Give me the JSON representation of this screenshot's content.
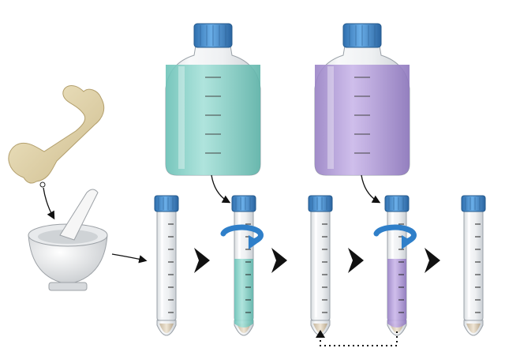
{
  "diagram": {
    "steps": [
      {
        "id": "bone",
        "kind": "specimen"
      },
      {
        "id": "mortar",
        "kind": "grinding-tool"
      },
      {
        "id": "tube-1",
        "kind": "tube",
        "liquid": "none",
        "mixing": false
      },
      {
        "id": "tube-2",
        "kind": "tube",
        "liquid": "teal",
        "mixing": true
      },
      {
        "id": "tube-3",
        "kind": "tube",
        "liquid": "none",
        "mixing": false
      },
      {
        "id": "tube-4",
        "kind": "tube",
        "liquid": "purple",
        "mixing": true
      },
      {
        "id": "tube-5",
        "kind": "tube",
        "liquid": "none",
        "mixing": false
      }
    ],
    "reagents": [
      {
        "id": "bottle-teal",
        "liquid": "teal",
        "target": "tube-2"
      },
      {
        "id": "bottle-purple",
        "liquid": "purple",
        "target": "tube-4"
      }
    ],
    "loop": {
      "from": "tube-4",
      "to": "tube-3",
      "style": "dotted"
    }
  },
  "colors": {
    "cap": "#3f86c8",
    "teal_liquid": "#8fd6cc",
    "purple_liquid": "#b9a3dc",
    "arrow": "#111111",
    "bone": "#e6d9b4",
    "porcelain": "#f2f2f2"
  },
  "icons": {
    "specimen": "bone-icon",
    "grinder": "mortar-pestle-icon",
    "mixing": "rotate-arrow-icon"
  }
}
